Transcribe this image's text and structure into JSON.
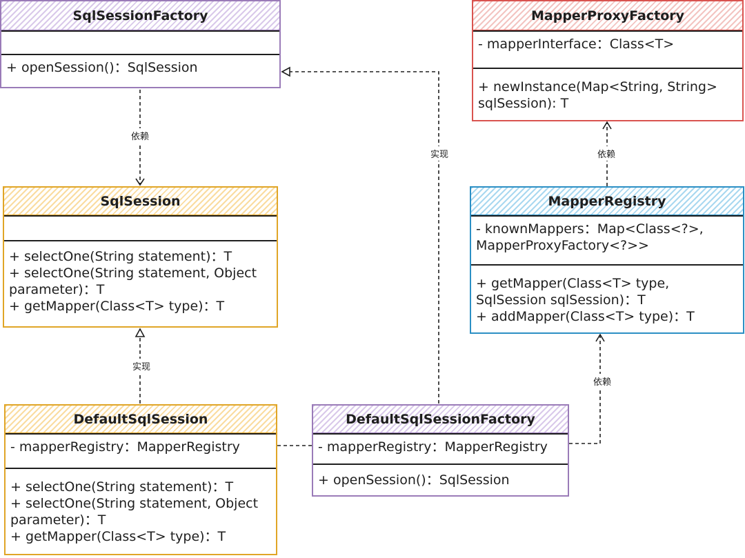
{
  "classes": {
    "sql_session_factory": {
      "name": "SqlSessionFactory",
      "attributes": [],
      "methods": [
        "+ openSession()：SqlSession"
      ]
    },
    "mapper_proxy_factory": {
      "name": "MapperProxyFactory",
      "attributes": [
        "- mapperInterface：Class<T>"
      ],
      "methods": [
        "+ newInstance(Map<String, String> sqlSession): T"
      ]
    },
    "sql_session": {
      "name": "SqlSession",
      "attributes": [],
      "methods": [
        "+ selectOne(String statement)：T",
        "+ selectOne(String statement, Object parameter)：T",
        "+ getMapper(Class<T> type)：T"
      ]
    },
    "mapper_registry": {
      "name": "MapperRegistry",
      "attributes": [
        "- knownMappers：Map<Class<?>, MapperProxyFactory<?>>"
      ],
      "methods": [
        "+ getMapper(Class<T> type, SqlSession sqlSession)：T",
        "+ addMapper(Class<T> type)：T"
      ]
    },
    "default_sql_session": {
      "name": "DefaultSqlSession",
      "attributes": [
        "- mapperRegistry：MapperRegistry"
      ],
      "methods": [
        "+ selectOne(String statement)：T",
        "+ selectOne(String statement, Object parameter)：T",
        "+ getMapper(Class<T> type)：T"
      ]
    },
    "default_sql_session_factory": {
      "name": "DefaultSqlSessionFactory",
      "attributes": [
        "- mapperRegistry：MapperRegistry"
      ],
      "methods": [
        "+ openSession()：SqlSession"
      ]
    }
  },
  "relations": {
    "factory_to_session": "依赖",
    "impl_factory": "实现",
    "registry_to_proxy": "依赖",
    "impl_session": "实现",
    "factory_to_registry": "依赖"
  },
  "colors": {
    "purple": "#9a7bb8",
    "red": "#d9534f",
    "orange": "#e0a526",
    "blue": "#2b8fc4",
    "connector": "#1e1e1e"
  }
}
